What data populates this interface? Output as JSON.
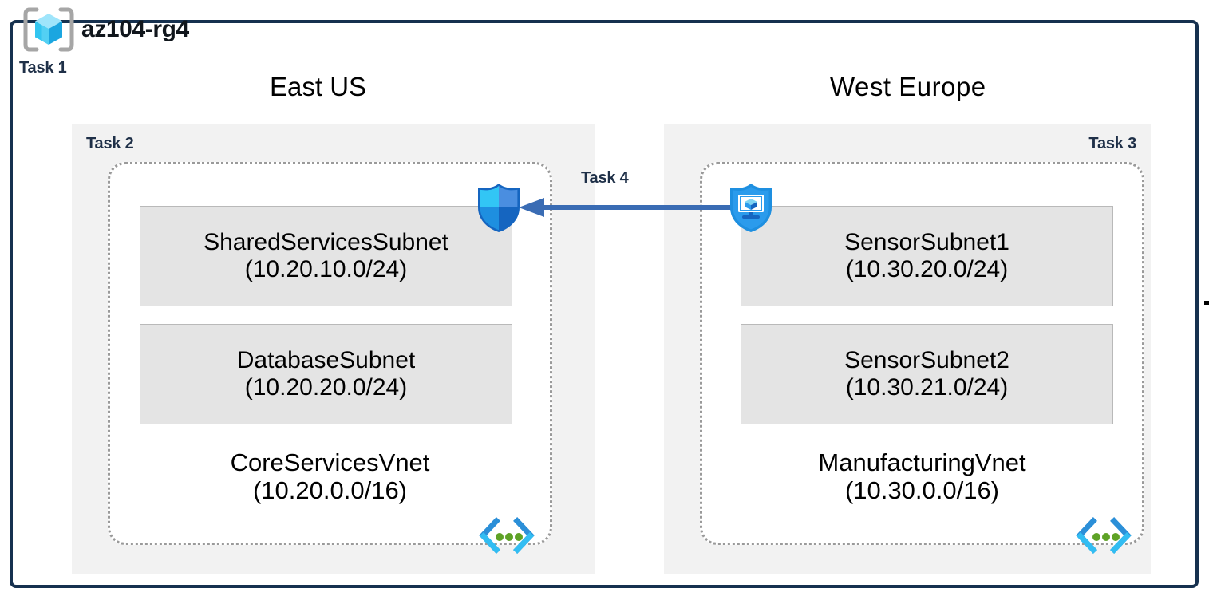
{
  "resource_group": {
    "name": "az104-rg4",
    "icon": "resource-group-cube-icon",
    "task_label": "Task 1"
  },
  "regions": [
    {
      "id": "east-us",
      "title": "East US",
      "task_label": "Task 2",
      "task_align": "left",
      "vnet": {
        "name": "CoreServicesVnet",
        "cidr": "(10.20.0.0/16)",
        "icon": "virtual-network-icon",
        "subnets": [
          {
            "name": "SharedServicesSubnet",
            "cidr": "(10.20.10.0/24)"
          },
          {
            "name": "DatabaseSubnet",
            "cidr": "(10.20.20.0/24)"
          }
        ]
      }
    },
    {
      "id": "west-europe",
      "title": "West Europe",
      "task_label": "Task 3",
      "task_align": "right",
      "vnet": {
        "name": "ManufacturingVnet",
        "cidr": "(10.30.0.0/16)",
        "icon": "virtual-network-icon",
        "subnets": [
          {
            "name": "SensorSubnet1",
            "cidr": "(10.30.20.0/24)"
          },
          {
            "name": "SensorSubnet2",
            "cidr": "(10.30.21.0/24)"
          }
        ]
      }
    }
  ],
  "icons": {
    "nsg": "network-security-group-shield-icon",
    "bastion": "bastion-shield-monitor-icon"
  },
  "connection": {
    "task_label": "Task 4",
    "direction": "right-to-left",
    "from": "West Europe",
    "to": "East US"
  },
  "colors": {
    "frame_border": "#16314f",
    "task_text": "#1f3048",
    "region_fill": "#f2f2f2",
    "subnet_fill": "#e4e4e4",
    "subnet_border": "#b9b9b9",
    "vnet_dotted_border": "#9a9a9a",
    "arrow": "#3a6cb4",
    "azure_blue": "#0f8ce9",
    "cyan": "#32bdf2",
    "green_dot": "#5ea226"
  }
}
